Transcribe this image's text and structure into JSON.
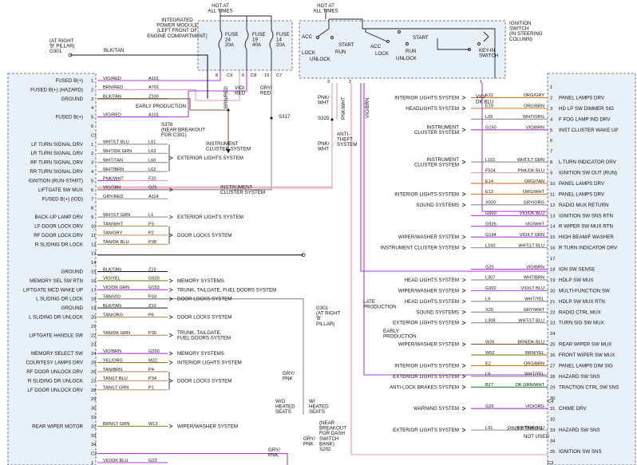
{
  "colors": {
    "black": "#1a1a1a",
    "pink": "#e79bb5",
    "violet": "#b03ad8",
    "green": "#1f8a35",
    "olive": "#857d20",
    "brown": "#8a5a2b",
    "tan": "#b8925e",
    "gray": "#8c8c8c",
    "red": "#c42a2a",
    "orange": "#d67a1c",
    "connector_fill": "#e8f1f8"
  },
  "top": {
    "hot_at_all_times_1": "HOT AT\nALL TIMES",
    "hot_at_all_times_2": "HOT AT\nALL TIMES",
    "ipm_label": "INTEGRATED\nPOWER MODULE\n(LEFT FRONT OF\nENGINE COMPARTMENT)",
    "fuse24": "FUSE\n24\n20A",
    "fuse19": "FUSE\n19\n40A",
    "fuse14": "FUSE\n14\n20A",
    "ignition_switch": "IGNITION\nSWITCH\n(IN STEERING\nCOLUMN)",
    "acc": "ACC",
    "lock": "LOCK",
    "unlock": "UNLOCK",
    "start": "START",
    "run": "RUN",
    "acc2": "ACC",
    "lock2": "LOCK",
    "start2": "START",
    "run2": "RUN",
    "unlock2": "UNLOCK",
    "keyin": "KEY-IN\nSWITCH",
    "pins": [
      "8",
      "C9",
      "6",
      "C8",
      "15",
      "C7",
      "3",
      "2",
      "1"
    ],
    "s301": "(AT RIGHT\n'B' PILLAR)\nG301",
    "blk_tan": "BLK/TAN"
  },
  "left_connector": {
    "rows": [
      {
        "pin": "1",
        "label": "FUSED B(+)",
        "color": "VIO/RED",
        "code": "A101",
        "wire": "violet"
      },
      {
        "pin": "2",
        "label": "FUSED B(+) (HAZARD)",
        "color": "BRN/RED",
        "code": "A701",
        "wire": "pink"
      },
      {
        "pin": "3",
        "label": "GROUND",
        "color": "BLK/TAN",
        "code": "Z100",
        "wire": "black"
      },
      {
        "pin": "4",
        "label": "",
        "color": "",
        "code": "",
        "wire": ""
      },
      {
        "pin": "5",
        "label": "FUSED B(+)",
        "color": "VIO/RED",
        "code": "A101",
        "wire": "violet"
      },
      {
        "pin": "6",
        "label": "",
        "color": "",
        "code": "",
        "wire": ""
      },
      {
        "pin": "C1",
        "label": "",
        "color": "",
        "code": "",
        "wire": ""
      },
      {
        "pin": "1",
        "label": "LF TURN SIGNAL DRV",
        "color": "WHT/LT BLU",
        "code": "L61",
        "wire": "gray"
      },
      {
        "pin": "2",
        "label": "LR TURN SIGNAL DRV",
        "color": "WHT/DK GRN",
        "code": "L63",
        "wire": "gray"
      },
      {
        "pin": "3",
        "label": "RF TURN SIGNAL DRV",
        "color": "WHT/TAN",
        "code": "L60",
        "wire": "gray"
      },
      {
        "pin": "4",
        "label": "RR TURN SIGNAL DRV",
        "color": "WHT/BRN",
        "code": "L62",
        "wire": "gray"
      },
      {
        "pin": "5",
        "label": "IGNITION (RUN-START)",
        "color": "PNK/WHT",
        "code": "F20",
        "wire": "pink"
      },
      {
        "pin": "6",
        "label": "LIFTGATE SW MUX",
        "color": "VIO/TAN",
        "code": "G25",
        "wire": "violet"
      },
      {
        "pin": "7",
        "label": "FUSED B(+) (IOD)",
        "color": "GRY/RED",
        "code": "A114",
        "wire": "gray"
      },
      {
        "pin": "8",
        "label": "",
        "color": "",
        "code": "",
        "wire": ""
      },
      {
        "pin": "9",
        "label": "BACK-UP LAMP DRV",
        "color": "WHT/LT GRN",
        "code": "L1",
        "wire": "gray"
      },
      {
        "pin": "10",
        "label": "LF DOOR LOCK DRV",
        "color": "TAN/WHT",
        "code": "P3",
        "wire": "tan"
      },
      {
        "pin": "11",
        "label": "RF DOOR LOCK DRV",
        "color": "TAN/GRY",
        "code": "P2",
        "wire": "tan"
      },
      {
        "pin": "12",
        "label": "R SLIDING DR LOCK",
        "color": "TAN/DK BLU",
        "code": "P38",
        "wire": "tan"
      },
      {
        "pin": "13",
        "label": "",
        "color": "",
        "code": "",
        "wire": ""
      },
      {
        "pin": "14",
        "label": "",
        "color": "",
        "code": "",
        "wire": ""
      },
      {
        "pin": "15",
        "label": "GROUND",
        "color": "BLK/TAN",
        "code": "Z15",
        "wire": "black"
      },
      {
        "pin": "16",
        "label": "MEMORY SEL SW RTN",
        "color": "VIO/YEL",
        "code": "G920",
        "wire": "olive"
      },
      {
        "pin": "17",
        "label": "LIFTGATE MCD WAKE UP",
        "color": "VIO/DK GRN",
        "code": "G153",
        "wire": "violet"
      },
      {
        "pin": "18",
        "label": "L SLIDING DR LOCK",
        "color": "TAN/VIO",
        "code": "P33",
        "wire": "tan"
      },
      {
        "pin": "19",
        "label": "GROUND",
        "color": "BLK/TAN",
        "code": "Z10",
        "wire": "black"
      },
      {
        "pin": "20",
        "label": "L SLIDING DR UNLOCK",
        "color": "TAN/ORG",
        "code": "P6",
        "wire": "tan"
      },
      {
        "pin": "21",
        "label": "",
        "color": "",
        "code": "",
        "wire": ""
      },
      {
        "pin": "22",
        "label": "LIFTGATE HANDLE SW",
        "color": "TAN/DK GRN",
        "code": "P30",
        "wire": "tan"
      },
      {
        "pin": "23",
        "label": "",
        "color": "",
        "code": "",
        "wire": ""
      },
      {
        "pin": "24",
        "label": "MEMORY SELECT SW",
        "color": "VIO/BRN",
        "code": "G200",
        "wire": "violet"
      },
      {
        "pin": "25",
        "label": "COURTESY LAMPS DRV",
        "color": "YEL/ORG",
        "code": "M22",
        "wire": "olive"
      },
      {
        "pin": "26",
        "label": "RF DOOR UNLOCK DRV",
        "color": "TAN/BRN",
        "code": "P4",
        "wire": "tan"
      },
      {
        "pin": "27",
        "label": "R SLIDING DR UNLOCK",
        "color": "TAN/LT BLU",
        "code": "P34",
        "wire": "tan"
      },
      {
        "pin": "28",
        "label": "LF DOOR UNLOCK DRV",
        "color": "TAN/LT GRN",
        "code": "P1",
        "wire": "tan"
      },
      {
        "pin": "29",
        "label": "",
        "color": "",
        "code": "",
        "wire": ""
      },
      {
        "pin": "30",
        "label": "",
        "color": "",
        "code": "",
        "wire": ""
      },
      {
        "pin": "31",
        "label": "",
        "color": "",
        "code": "",
        "wire": ""
      },
      {
        "pin": "32",
        "label": "REAR WIPER MOTOR",
        "color": "BRN/LT GRN",
        "code": "W13",
        "wire": "olive"
      },
      {
        "pin": "33",
        "label": "",
        "color": "",
        "code": "",
        "wire": ""
      },
      {
        "pin": "34",
        "label": "",
        "color": "",
        "code": "",
        "wire": ""
      },
      {
        "pin": "C2",
        "label": "",
        "color": "",
        "code": "",
        "wire": ""
      },
      {
        "pin": "1",
        "label": "",
        "color": "VIO/DK BLU",
        "code": "G23",
        "wire": "violet"
      }
    ],
    "destinations": {
      "exterior_lights": "EXTERIOR LIGHTS SYSTEM",
      "instrument_cluster": "INSTRUMENT\nCLUSTER SYSTEM",
      "exterior_lights_2": "EXTERIOR LIGHTS SYSTEM",
      "door_locks": "DOOR LOCKS SYSTEM",
      "memory_systems": "MEMORY SYSTEMS",
      "trunk_tailgate": "TRUNK, TAILGATE, FUEL DOORS SYSTEM",
      "door_locks_2": "DOOR LOCKS SYSTEM",
      "door_locks_3": "DOOR LOCKS SYSTEM",
      "trunk_tailgate_2": "TRUNK, TAILGATE,\nFUEL DOORS SYSTEM",
      "memory_systems_2": "MEMORY SYSTEMS",
      "interior_lights": "INTERIOR LIGHTS SYSTEM",
      "door_locks_4": "DOOR LOCKS SYSTEM",
      "wiper_washer": "WIPER/WASHER SYSTEM"
    },
    "g301_b": "G301\n(AT RIGHT\n'B'\nPILLAR)"
  },
  "middle": {
    "early_production": "EARLY PRODUCTION",
    "s378": "S378\n(NEAR BREAKOUT\nFOR C301)",
    "instrument_cluster": "INSTRUMENT\nCLUSTER SYSTEM",
    "s317": "S317",
    "brn_red": "BRN/RED",
    "vio_red": "VIO/\nRED",
    "gry_red": "GRY/\nRED",
    "pnk_wht": "PNK/\nWHT",
    "pnk_wht_2": "PNK/\nWHT",
    "pnk_wht_v": "PNK/WHT",
    "vio_brn_v": "VIO/BRN",
    "vio_dk_blu": "VIO/\nDK BLU",
    "s325": "S325",
    "anti_theft": "ANTI-\nTHEFT\nSYSTEM",
    "late_production": "LATE\nPRODUCTION",
    "early_production_2": "EARLY\nPRODUCTION",
    "gry_pnk": "GRY/\nPNK",
    "gry_pnk_2": "GRY/\nPNK",
    "wo_heated": "W/O\nHEATED\nSEATS",
    "w_heated": "W/\nHEATED\nSEATS",
    "near_breakout": "(NEAR\nBREAKOUT\nFOR DASH\nSWITCH\nBANK)\nS202",
    "gry_pnk_3": "GRY/\nPNK",
    "wire_pin3": "3",
    "wire_pin2": "2"
  },
  "right_connector": {
    "rows": [
      {
        "pin": "1",
        "label": "",
        "system": "",
        "code": "",
        "color": "",
        "wire": ""
      },
      {
        "pin": "2",
        "label": "PANEL LAMPS DRV",
        "system": "INTERIOR LIGHTS SYSTEM",
        "code": "E12",
        "color": "ORG/GRY",
        "wire": "orange"
      },
      {
        "pin": "3",
        "label": "HD LP SW DIMMER SIG",
        "system": "HEADLIGHTS SYSTEM",
        "code": "E19",
        "color": "ORG/BRN",
        "wire": "orange"
      },
      {
        "pin": "4",
        "label": "F FOG LAMP IND DRV",
        "system": "",
        "code": "L39",
        "color": "WHT/ORG",
        "wire": "gray"
      },
      {
        "pin": "5",
        "label": "INST CLUSTER WAKE UP",
        "system": "INSTRUMENT\nCLUSTER SYSTEM",
        "code": "G150",
        "color": "VIO/BRN",
        "wire": "violet"
      },
      {
        "pin": "6",
        "label": "",
        "system": "",
        "code": "",
        "color": "",
        "wire": ""
      },
      {
        "pin": "7",
        "label": "",
        "system": "",
        "code": "",
        "color": "",
        "wire": ""
      },
      {
        "pin": "8",
        "label": "L TURN INDICATOR DRV",
        "system": "INSTRUMENT\nCLUSTER SYSTEM",
        "code": "L161",
        "color": "WHT/LT GRN",
        "wire": "gray"
      },
      {
        "pin": "9",
        "label": "IGNITION SW OUT (RUN)",
        "system": "",
        "code": "F504",
        "color": "PNK/DK BLU",
        "wire": "pink"
      },
      {
        "pin": "10",
        "label": "PANEL LAMPS DRV",
        "system": "",
        "code": "E14",
        "color": "ORG/TAN",
        "wire": "orange"
      },
      {
        "pin": "11",
        "label": "PANEL LAMPS DRV",
        "system": "INTERIOR LIGHTS SYSTEM",
        "code": "E13",
        "color": "ORG/WHT",
        "wire": "orange"
      },
      {
        "pin": "12",
        "label": "RADIO MUX RETURN",
        "system": "SOUND SYSTEMS",
        "code": "X920",
        "color": "GRY/ORG",
        "wire": "gray"
      },
      {
        "pin": "13",
        "label": "IGNITION SW SNS RTN",
        "system": "",
        "code": "G900",
        "color": "VIO/DK BLU",
        "wire": "violet"
      },
      {
        "pin": "14",
        "label": "R WIPER SW MUX RTN",
        "system": "",
        "code": "G926",
        "color": "VIO/WHT",
        "wire": "violet"
      },
      {
        "pin": "15",
        "label": "HIGH BEAM/F WASHER",
        "system": "WIPER/WASHER SYSTEM",
        "code": "G194",
        "color": "VIO/LT GRN",
        "wire": "violet"
      },
      {
        "pin": "16",
        "label": "R TURN INDICATOR DRV",
        "system": "INSTRUMENT CLUSTER SYSTEM",
        "code": "L160",
        "color": "WHT/LT BLU",
        "wire": "gray"
      },
      {
        "pin": "17",
        "label": "",
        "system": "",
        "code": "",
        "color": "",
        "wire": ""
      },
      {
        "pin": "18",
        "label": "IGN SW SENSE",
        "system": "",
        "code": "G20",
        "color": "VIO/BRN",
        "wire": "violet"
      },
      {
        "pin": "19",
        "label": "HDLP SW MUX",
        "system": "HEAD LIGHTS SYSTEM",
        "code": "L307",
        "color": "WHT/BRN",
        "wire": "gray"
      },
      {
        "pin": "20",
        "label": "MULTI-FUNCTION SW",
        "system": "WIPER/WASHER SYSTEM",
        "code": "G902",
        "color": "VIO/LT BLU",
        "wire": "violet"
      },
      {
        "pin": "21",
        "label": "HDLP SW MUX RTN",
        "system": "HEAD LIGHTS SYSTEM",
        "code": "L9",
        "color": "WHT/YEL",
        "wire": "gray"
      },
      {
        "pin": "22",
        "label": "RADIO CTRL MUX",
        "system": "SOUND SYSTEMS",
        "code": "X20",
        "color": "GRY/WHT",
        "wire": "gray"
      },
      {
        "pin": "23",
        "label": "TURN SIG SW MUX",
        "system": "EXTERIOR LIGHTS SYSTEM",
        "code": "L308",
        "color": "WHT/LT BLU",
        "wire": "gray"
      },
      {
        "pin": "24",
        "label": "",
        "system": "",
        "code": "",
        "color": "",
        "wire": ""
      },
      {
        "pin": "25",
        "label": "REAR WIPER SW MUX",
        "system": "WIPER/WASHER SYSTEM",
        "code": "W26",
        "color": "BRN/DK BLU",
        "wire": "brown"
      },
      {
        "pin": "26",
        "label": "FRONT WIPER SW MUX",
        "system": "",
        "code": "W52",
        "color": "BRN/YEL",
        "wire": "olive"
      },
      {
        "pin": "27",
        "label": "PANEL LAMPS DIM SIG",
        "system": "INTERIOR LIGHTS SYSTEM",
        "code": "E2",
        "color": "ORG/BRN",
        "wire": "orange"
      },
      {
        "pin": "28",
        "label": "HAZARD SW SNS",
        "system": "EXTERIOR LIGHTS SYSTEM",
        "code": "L9",
        "color": "WHT/YEL",
        "wire": "gray"
      },
      {
        "pin": "29",
        "label": "TRACTION CTRL SW SNS",
        "system": "ANTI-LOCK BRAKES SYSTEM",
        "code": "B27",
        "color": "DK GRN/WHT",
        "wire": "green"
      },
      {
        "pin": "30",
        "label": "",
        "system": "",
        "code": "",
        "color": "",
        "wire": ""
      },
      {
        "pin": "31",
        "label": "CHIME DRV",
        "system": "WARNING SYSTEM",
        "code": "G26",
        "color": "VIO/ORG",
        "wire": "violet"
      },
      {
        "pin": "32",
        "label": "",
        "system": "",
        "code": "",
        "color": "",
        "wire": ""
      },
      {
        "pin": "33",
        "label": "HAZARD SW SNS",
        "system": "EXTERIOR LIGHTS SYSTEM",
        "code": "L91",
        "color": "WHT/DK BLU",
        "wire": "gray"
      },
      {
        "pin": "34",
        "label": "",
        "system": "",
        "code": "",
        "color": "",
        "wire": ""
      },
      {
        "pin": "35",
        "label": "IGNITION SW SNS",
        "system": "",
        "code": "",
        "color": "",
        "wire": "violet"
      }
    ],
    "pin_index": {
      "2": "2",
      "3": "3",
      "4": "4",
      "5": "5"
    },
    "c4": "C4",
    "pins_2_thru_9": "PINS 2 THRU 9",
    "not_used": "NOT USED",
    "c3": "C3",
    "pin_1": "1"
  }
}
